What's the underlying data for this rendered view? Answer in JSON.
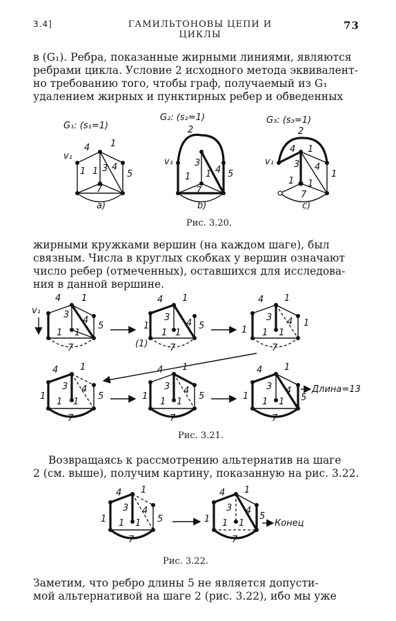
{
  "header": {
    "section": "3.4]",
    "title": "ГАМИЛЬТОНОВЫ ЦЕПИ И ЦИКЛЫ",
    "page": "73"
  },
  "para1": {
    "lines": [
      "в (G₁). Ребра, показанные жирными линиями, являются",
      "ребрами цикла. Условие 2 исходного метода эквивалент-",
      "но требованию того, чтобы граф, получаемый из G₁",
      "удалением жирных и пунктирных ребер и обведенных"
    ]
  },
  "fig320": {
    "caption": "Рис. 3.20.",
    "a": {
      "title": "G₁: (s₁=1)",
      "v": "v₁",
      "sub": "a)"
    },
    "b": {
      "title": "G₂: (s₂=1)",
      "v": "v₁",
      "sub": "b)"
    },
    "c": {
      "title": "G₃: (s₃=1)",
      "v": "v₁",
      "sub": "c)"
    }
  },
  "para2": {
    "lines": [
      "жирными кружками вершин (на каждом шаге), был",
      "связным. Числа в круглых скобках у вершин означают",
      "число ребер (отмеченных), оставшихся для исследова-",
      "ния в данной вершине."
    ]
  },
  "fig321": {
    "caption": "Рис. 3.21.",
    "v": "v₁",
    "mark": "(1)",
    "result": "Длина=13"
  },
  "para3": {
    "lines": [
      "Возвращаясь к рассмотрению альтернатив на шаге",
      "2 (см. выше), получим картину, показанную на рис. 3.22."
    ]
  },
  "fig322": {
    "caption": "Рис. 3.22.",
    "result": "Конец"
  },
  "para4": {
    "lines": [
      "Заметим, что ребро длины 5 не является допусти-",
      "мой альтернативой на шаге 2 (рис. 3.22), ибо мы уже"
    ]
  },
  "labels": {
    "w1": "1",
    "w3": "3",
    "w4": "4",
    "w5": "5",
    "w7": "7",
    "w2": "2"
  }
}
